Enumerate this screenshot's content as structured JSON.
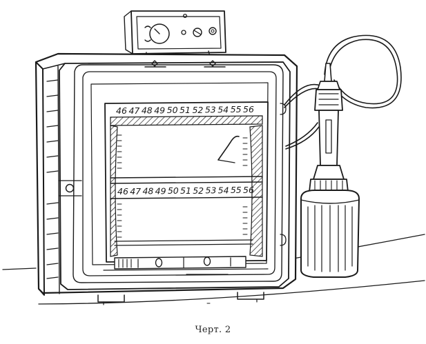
{
  "caption": "Черт. 2",
  "scale_upper": [
    "46",
    "47",
    "48",
    "49",
    "50",
    "51",
    "52",
    "53",
    "54",
    "55",
    "56"
  ],
  "scale_lower": [
    "46",
    "47",
    "48",
    "49",
    "50",
    "51",
    "52",
    "53",
    "54",
    "55",
    "56"
  ]
}
